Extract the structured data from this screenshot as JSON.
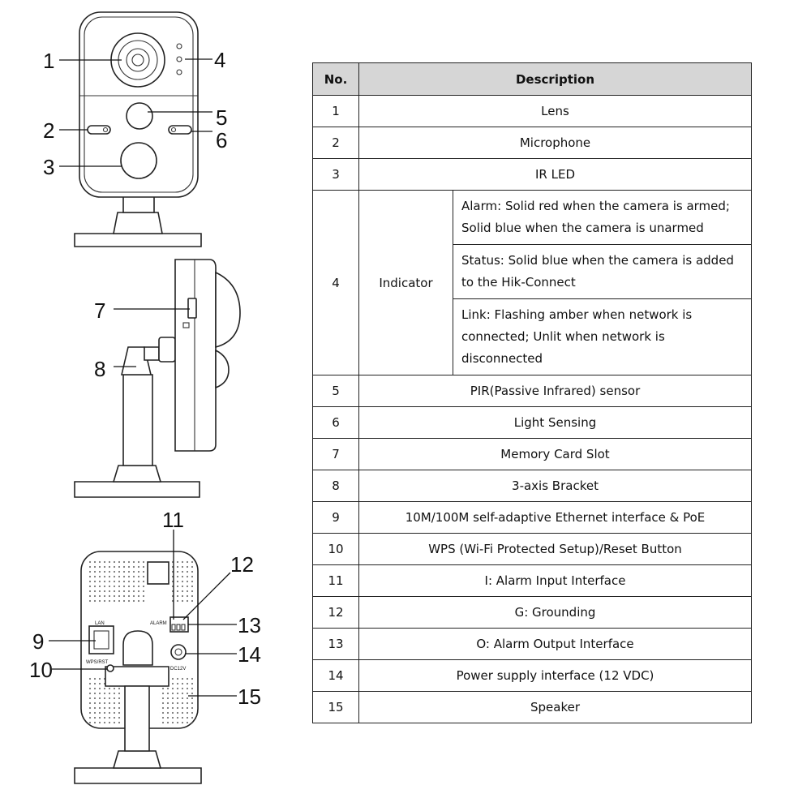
{
  "callouts": [
    "1",
    "2",
    "3",
    "4",
    "5",
    "6",
    "7",
    "8",
    "9",
    "10",
    "11",
    "12",
    "13",
    "14",
    "15"
  ],
  "device_labels": {
    "lan": "LAN",
    "alarm": "ALARM",
    "dc": "DC12V",
    "wps": "WPS/RST"
  },
  "table": {
    "header_no": "No.",
    "header_desc": "Description",
    "rows_before": [
      {
        "no": "1",
        "desc": "Lens"
      },
      {
        "no": "2",
        "desc": "Microphone"
      },
      {
        "no": "3",
        "desc": "IR LED"
      }
    ],
    "indicator": {
      "no": "4",
      "label": "Indicator",
      "items": [
        "Alarm: Solid red when the camera is armed; Solid blue when the camera is unarmed",
        "Status: Solid blue when the camera is added to the Hik-Connect",
        "Link: Flashing amber when network is connected; Unlit when network is disconnected"
      ]
    },
    "rows_after": [
      {
        "no": "5",
        "desc": "PIR(Passive Infrared) sensor"
      },
      {
        "no": "6",
        "desc": "Light Sensing"
      },
      {
        "no": "7",
        "desc": "Memory Card Slot"
      },
      {
        "no": "8",
        "desc": "3-axis Bracket"
      },
      {
        "no": "9",
        "desc": "10M/100M self-adaptive Ethernet interface & PoE"
      },
      {
        "no": "10",
        "desc": "WPS (Wi-Fi Protected Setup)/Reset Button"
      },
      {
        "no": "11",
        "desc": "I: Alarm Input Interface"
      },
      {
        "no": "12",
        "desc": "G: Grounding"
      },
      {
        "no": "13",
        "desc": "O: Alarm Output Interface"
      },
      {
        "no": "14",
        "desc": "Power supply interface (12 VDC)"
      },
      {
        "no": "15",
        "desc": "Speaker"
      }
    ]
  }
}
